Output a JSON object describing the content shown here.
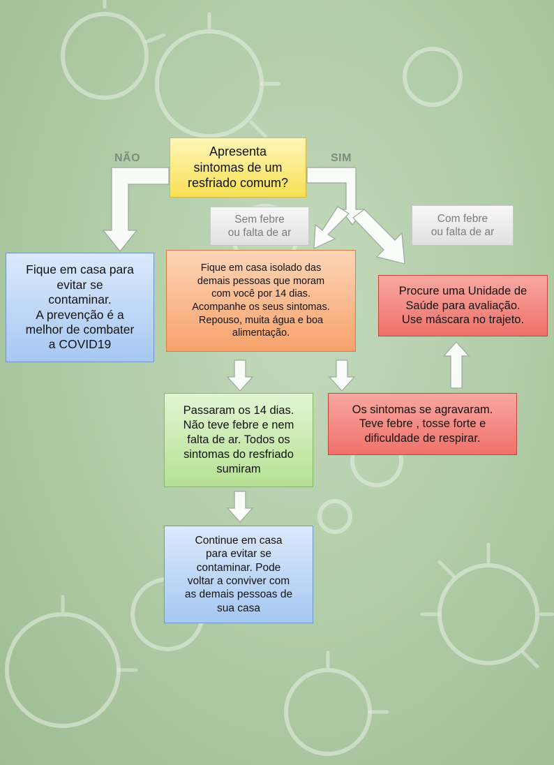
{
  "labels": {
    "no": "NÃO",
    "yes": "SIM"
  },
  "nodes": {
    "question": "Apresenta\nsintomas de um\nresfriado comum?",
    "without_fever": "Sem febre\nou falta de ar",
    "with_fever": "Com febre\nou falta de ar",
    "stay_home_prevention": "Fique em casa para\nevitar se\ncontaminar.\nA prevenção é a\nmelhor de combater\na COVID19",
    "isolate_at_home": "Fique em casa isolado das\ndemais pessoas que moram\ncom você por 14 dias.\nAcompanhe os seus sintomas.\nRepouso, muita água e boa\nalimentação.",
    "seek_health_unit": "Procure uma Unidade de\nSaúde para avaliação.\nUse máscara no trajeto.",
    "after_14_days": "Passaram os 14 dias.\nNão teve febre e nem\nfalta de ar. Todos os\nsintomas do resfriado\nsumiram",
    "symptoms_worsened": "Os sintomas se agravaram.\nTeve febre , tosse forte e\ndificuldade de respirar.",
    "continue_home": "Continue em casa\npara evitar se\ncontaminar. Pode\nvoltar a conviver com\nas demais pessoas de\nsua casa"
  },
  "colors": {
    "question": "#f8e055",
    "info": "#a6c8f2",
    "isolation": "#f8a26b",
    "urgent": "#f0716a",
    "recovered": "#b4e192",
    "condition": "#e1e1e1",
    "arrow": "#ffffff"
  }
}
